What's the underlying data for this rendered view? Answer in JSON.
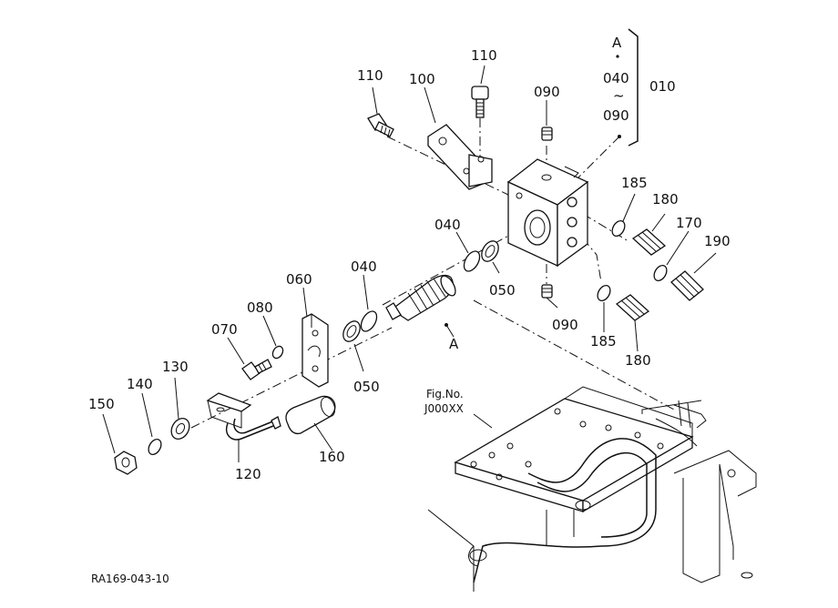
{
  "labels": {
    "p010": "010",
    "p040a": "040",
    "p040b": "040",
    "p050a": "050",
    "p050b": "050",
    "p060": "060",
    "p070": "070",
    "p080": "080",
    "p090a": "090",
    "p090b": "090",
    "p100": "100",
    "p110a": "110",
    "p110b": "110",
    "p120": "120",
    "p130": "130",
    "p140": "140",
    "p150": "150",
    "p160": "160",
    "p170": "170",
    "p180a": "180",
    "p180b": "180",
    "p185a": "185",
    "p185b": "185",
    "p190": "190",
    "ref_a_top": "A",
    "ref_a_bottom": "A",
    "range_from": "040",
    "range_tilde": "~",
    "range_to": "090",
    "fig_no": "Fig.No.",
    "fig_code": "J000XX",
    "drawing_code": "RA169-043-10"
  }
}
